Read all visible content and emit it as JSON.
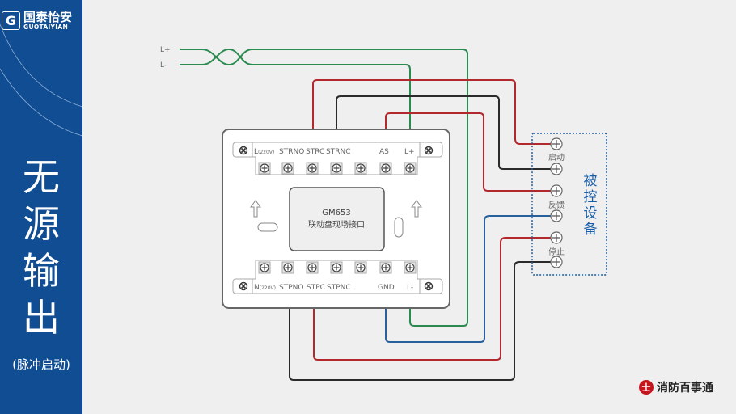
{
  "sidebar": {
    "logo_mark": "G",
    "logo_cn": "国泰怡安",
    "logo_en": "GUOTAIYIAN",
    "title_lines": [
      "无",
      "源",
      "输",
      "出"
    ],
    "subtitle": "(脉冲启动)",
    "bg_color": "#114d93"
  },
  "input_lines": {
    "l_plus": "L+",
    "l_minus": "L-"
  },
  "module": {
    "model": "GM653",
    "name": "联动盘现场接口",
    "top_terminals": {
      "l220": "L",
      "l220_note": "(220V)",
      "strno": "STRNO",
      "strc": "STRC",
      "strnc": "STRNC",
      "as": "AS",
      "lplus": "L+"
    },
    "bottom_terminals": {
      "n220": "N",
      "n220_note": "(220V)",
      "stpno": "STPNO",
      "stpc": "STPC",
      "stpnc": "STPNC",
      "gnd": "GND",
      "lminus": "L-"
    }
  },
  "controlled_device": {
    "title": "被控设备",
    "title_chars": [
      "被",
      "控",
      "设",
      "备"
    ],
    "terminals": [
      "启动",
      "反馈",
      "停止"
    ],
    "border_color": "#1a5ea8"
  },
  "wire_colors": {
    "red": "#b3282d",
    "black": "#2a2a2a",
    "green": "#2a8a4f",
    "blue": "#27609a"
  },
  "brand": {
    "icon": "士",
    "name": "消防百事通"
  }
}
